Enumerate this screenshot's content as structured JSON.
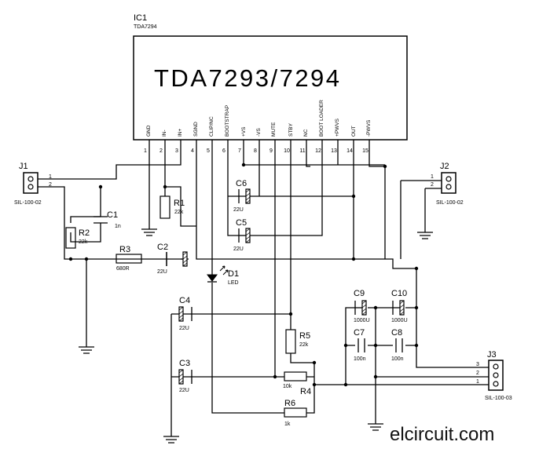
{
  "ic": {
    "ref": "IC1",
    "part": "TDA7294",
    "title": "TDA7293/7294"
  },
  "pins": [
    {
      "num": "1",
      "name": "GND"
    },
    {
      "num": "2",
      "name": "IN-"
    },
    {
      "num": "3",
      "name": "IN+"
    },
    {
      "num": "4",
      "name": "SGND"
    },
    {
      "num": "5",
      "name": "CLIP/NC"
    },
    {
      "num": "6",
      "name": "BOOTSTRAP"
    },
    {
      "num": "7",
      "name": "+VS"
    },
    {
      "num": "8",
      "name": "-VS"
    },
    {
      "num": "9",
      "name": "MUTE"
    },
    {
      "num": "10",
      "name": "STBY"
    },
    {
      "num": "11",
      "name": "NC"
    },
    {
      "num": "12",
      "name": "BOOT LOADER"
    },
    {
      "num": "13",
      "name": "+PWVS"
    },
    {
      "num": "14",
      "name": "OUT"
    },
    {
      "num": "15",
      "name": "-PWVS"
    }
  ],
  "connectors": {
    "j1": {
      "ref": "J1",
      "part": "SIL-100-02",
      "pins": [
        "1",
        "2"
      ]
    },
    "j2": {
      "ref": "J2",
      "part": "SIL-100-02",
      "pins": [
        "1",
        "2"
      ]
    },
    "j3": {
      "ref": "J3",
      "part": "SIL-100-03",
      "pins": [
        "3",
        "2",
        "1"
      ]
    }
  },
  "components": {
    "c1": {
      "ref": "C1",
      "value": "1n"
    },
    "r2": {
      "ref": "R2",
      "value": "22k"
    },
    "r1": {
      "ref": "R1",
      "value": "22k"
    },
    "r3": {
      "ref": "R3",
      "value": "680R"
    },
    "c2": {
      "ref": "C2",
      "value": "22U"
    },
    "c6": {
      "ref": "C6",
      "value": "22U"
    },
    "c5": {
      "ref": "C5",
      "value": "22U"
    },
    "d1": {
      "ref": "D1",
      "value": "LED"
    },
    "c4": {
      "ref": "C4",
      "value": "22U"
    },
    "c3": {
      "ref": "C3",
      "value": "22U"
    },
    "r5": {
      "ref": "R5",
      "value": "22k"
    },
    "r4": {
      "ref": "R4",
      "value": "10k"
    },
    "r6": {
      "ref": "R6",
      "value": "1k"
    },
    "c9": {
      "ref": "C9",
      "value": "1000U"
    },
    "c10": {
      "ref": "C10",
      "value": "1000U"
    },
    "c7": {
      "ref": "C7",
      "value": "100n"
    },
    "c8": {
      "ref": "C8",
      "value": "100n"
    }
  },
  "watermark": "elcircuit.com"
}
